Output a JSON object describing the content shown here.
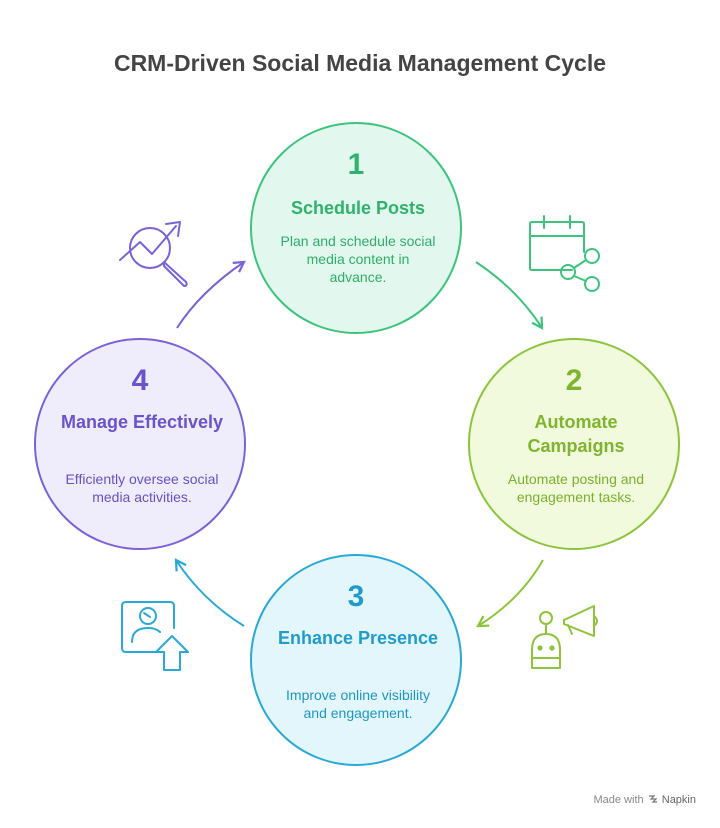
{
  "title": "CRM-Driven Social Media Management Cycle",
  "steps": [
    {
      "number": "1",
      "heading": "Schedule Posts",
      "description": "Plan and schedule social media content in advance."
    },
    {
      "number": "2",
      "heading": "Automate Campaigns",
      "description": "Automate posting and engagement tasks."
    },
    {
      "number": "3",
      "heading": "Enhance Presence",
      "description": "Improve online visibility and engagement."
    },
    {
      "number": "4",
      "heading": "Manage Effectively",
      "description": "Efficiently oversee social media activities."
    }
  ],
  "icons": [
    "calendar-share-icon",
    "robot-megaphone-icon",
    "user-profile-upload-icon",
    "analytics-search-icon"
  ],
  "colors": {
    "green": "#3cc47c",
    "lime": "#8dc43c",
    "blue": "#2aa8d6",
    "purple": "#7b62d8"
  },
  "footer": {
    "prefix": "Made with",
    "brand": "Napkin"
  }
}
